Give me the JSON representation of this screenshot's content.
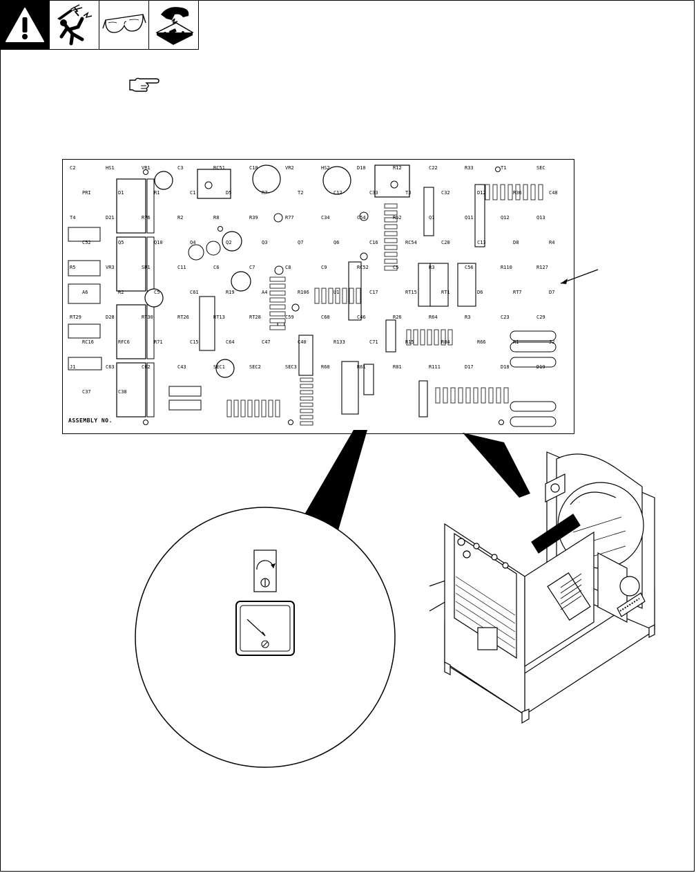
{
  "icons": [
    "warning-icon",
    "electric-shock-icon",
    "safety-glasses-icon",
    "static-sensitive-board-icon"
  ],
  "board": {
    "assembly_label": "ASSEMBLY NO.",
    "components": [
      {
        "t": "C2"
      },
      {
        "t": "HS1"
      },
      {
        "t": "VR1"
      },
      {
        "t": "C3"
      },
      {
        "t": "RC51"
      },
      {
        "t": "C10"
      },
      {
        "t": "VR2"
      },
      {
        "t": "HS2"
      },
      {
        "t": "D10"
      },
      {
        "t": "R12"
      },
      {
        "t": "C22"
      },
      {
        "t": "R33"
      },
      {
        "t": "T1"
      },
      {
        "t": "SEC"
      },
      {
        "t": "PRI"
      },
      {
        "t": "D1"
      },
      {
        "t": "R1"
      },
      {
        "t": "C1"
      },
      {
        "t": "D5"
      },
      {
        "t": "R7"
      },
      {
        "t": "T2"
      },
      {
        "t": "C12"
      },
      {
        "t": "C33"
      },
      {
        "t": "T3"
      },
      {
        "t": "C32"
      },
      {
        "t": "D12"
      },
      {
        "t": "R36"
      },
      {
        "t": "C48"
      },
      {
        "t": "T4"
      },
      {
        "t": "D21"
      },
      {
        "t": "R76"
      },
      {
        "t": "R2"
      },
      {
        "t": "R8"
      },
      {
        "t": "R39"
      },
      {
        "t": "R77"
      },
      {
        "t": "C34"
      },
      {
        "t": "C54"
      },
      {
        "t": "R52"
      },
      {
        "t": "Q1"
      },
      {
        "t": "Q11"
      },
      {
        "t": "Q12"
      },
      {
        "t": "Q13"
      },
      {
        "t": "C52"
      },
      {
        "t": "Q5"
      },
      {
        "t": "Q10"
      },
      {
        "t": "Q4"
      },
      {
        "t": "Q2"
      },
      {
        "t": "Q3"
      },
      {
        "t": "Q7"
      },
      {
        "t": "Q6"
      },
      {
        "t": "C16"
      },
      {
        "t": "RC54"
      },
      {
        "t": "C28"
      },
      {
        "t": "C13"
      },
      {
        "t": "D8"
      },
      {
        "t": "R4"
      },
      {
        "t": "R5"
      },
      {
        "t": "VR3"
      },
      {
        "t": "SR1"
      },
      {
        "t": "C11"
      },
      {
        "t": "C6"
      },
      {
        "t": "C7"
      },
      {
        "t": "C8"
      },
      {
        "t": "C9"
      },
      {
        "t": "RC52"
      },
      {
        "t": "C5"
      },
      {
        "t": "R3"
      },
      {
        "t": "C56"
      },
      {
        "t": "R110"
      },
      {
        "t": "R127"
      },
      {
        "t": "A6"
      },
      {
        "t": "R2"
      },
      {
        "t": "C5"
      },
      {
        "t": "C61"
      },
      {
        "t": "R19"
      },
      {
        "t": "A4"
      },
      {
        "t": "R106"
      },
      {
        "t": "U1"
      },
      {
        "t": "C17"
      },
      {
        "t": "RT15"
      },
      {
        "t": "RT1"
      },
      {
        "t": "D6"
      },
      {
        "t": "RT7"
      },
      {
        "t": "D7"
      },
      {
        "t": "RT29"
      },
      {
        "t": "D28"
      },
      {
        "t": "RT30"
      },
      {
        "t": "RT26"
      },
      {
        "t": "RT13"
      },
      {
        "t": "RT28"
      },
      {
        "t": "C59"
      },
      {
        "t": "C60"
      },
      {
        "t": "C46"
      },
      {
        "t": "R26"
      },
      {
        "t": "R64"
      },
      {
        "t": "R3"
      },
      {
        "t": "C23"
      },
      {
        "t": "C29"
      },
      {
        "t": "RC16"
      },
      {
        "t": "RFC6"
      },
      {
        "t": "R71"
      },
      {
        "t": "C15"
      },
      {
        "t": "C64"
      },
      {
        "t": "C47"
      },
      {
        "t": "C40"
      },
      {
        "t": "R133"
      },
      {
        "t": "C71"
      },
      {
        "t": "R15"
      },
      {
        "t": "R84"
      },
      {
        "t": "R66"
      },
      {
        "t": "R1"
      },
      {
        "t": "J2"
      },
      {
        "t": "J1"
      },
      {
        "t": "C63"
      },
      {
        "t": "C62"
      },
      {
        "t": "C43"
      },
      {
        "t": "SEC1"
      },
      {
        "t": "SEC2"
      },
      {
        "t": "SEC3"
      },
      {
        "t": "R60"
      },
      {
        "t": "R61"
      },
      {
        "t": "R81"
      },
      {
        "t": "R111"
      },
      {
        "t": "D17"
      },
      {
        "t": "D18"
      },
      {
        "t": "D19"
      },
      {
        "t": "C37"
      },
      {
        "t": "C38"
      }
    ]
  }
}
